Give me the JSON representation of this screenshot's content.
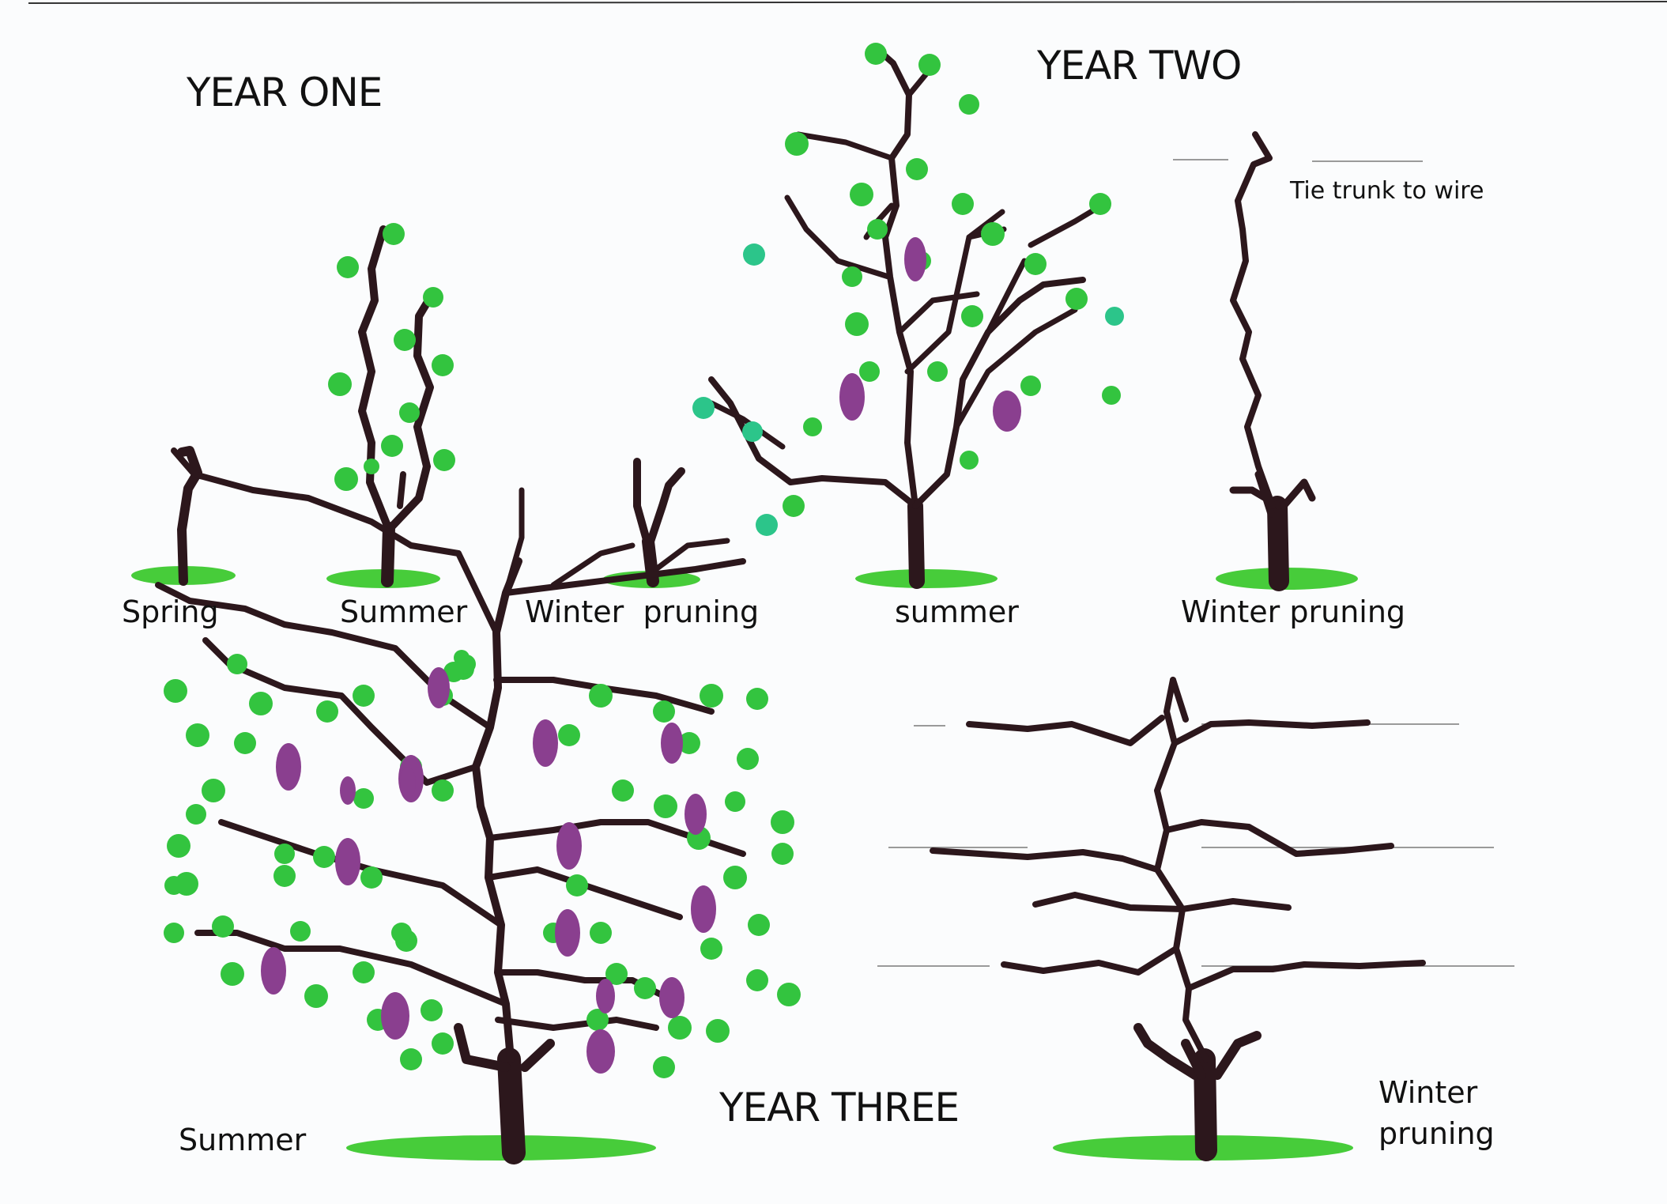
{
  "headings": {
    "year_one": "YEAR ONE",
    "year_two": "YEAR TWO",
    "year_three": "YEAR THREE"
  },
  "labels": {
    "y1_spring": "Spring",
    "y1_summer": "Summer",
    "y1_winter": "Winter  pruning",
    "y2_summer": "summer",
    "y2_winter": "Winter pruning",
    "y2_note": "Tie trunk to wire",
    "y3_summer": "Summer",
    "y3_winter_line1": "Winter",
    "y3_winter_line2": "pruning"
  },
  "colors": {
    "trunk": "#2c171c",
    "leaf": "#33c43f",
    "grass": "#47cc3a",
    "grape": "#8a3f8f"
  }
}
